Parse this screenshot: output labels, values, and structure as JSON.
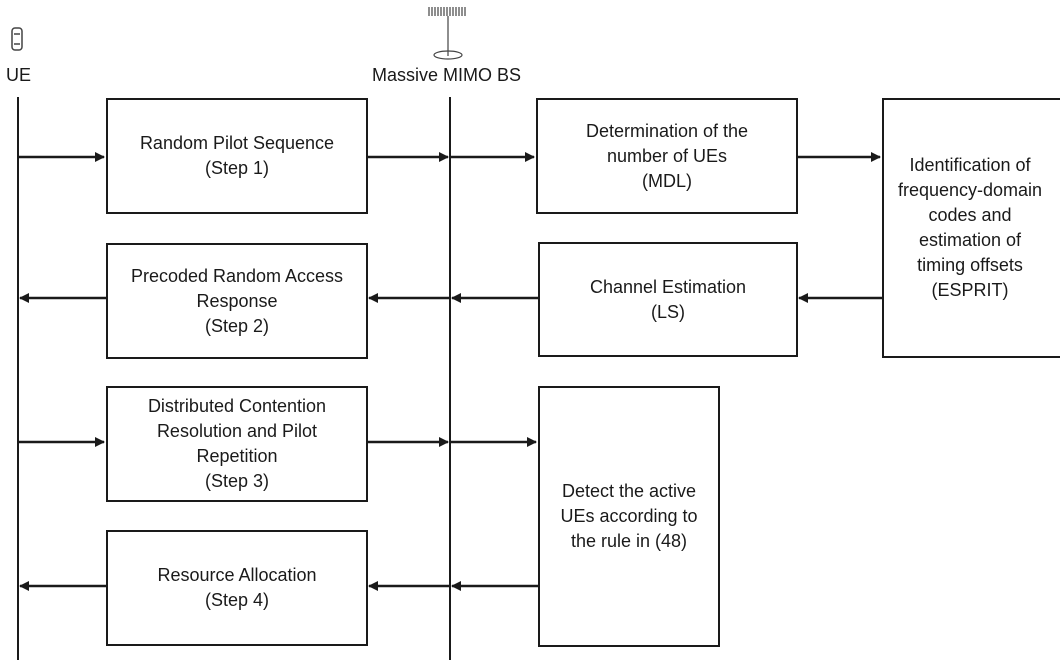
{
  "diagram": {
    "entities": {
      "ue_label": "UE",
      "bs_label": "Massive MIMO BS"
    },
    "boxes": {
      "step1": [
        "Random Pilot Sequence",
        "(Step 1)"
      ],
      "step2": [
        "Precoded Random Access",
        "Response",
        "(Step 2)"
      ],
      "step3": [
        "Distributed Contention",
        "Resolution and Pilot",
        "Repetition",
        "(Step 3)"
      ],
      "step4": [
        "Resource Allocation",
        "(Step 4)"
      ],
      "mdl": [
        "Determination of the",
        "number of UEs",
        "(MDL)"
      ],
      "esprit": [
        "Identification of",
        "frequency-domain",
        "codes and",
        "estimation of",
        "timing offsets",
        "(ESPRIT)"
      ],
      "ls": [
        "Channel Estimation",
        "(LS)"
      ],
      "detect": [
        "Detect the active",
        "UEs according to",
        "the rule in (48)"
      ]
    },
    "colors": {
      "line": "#1a1a1a",
      "box_border": "#1a1a1a",
      "text": "#1a1a1a",
      "background": "#ffffff"
    },
    "icons": [
      "phone-icon",
      "antenna-array-icon"
    ]
  }
}
